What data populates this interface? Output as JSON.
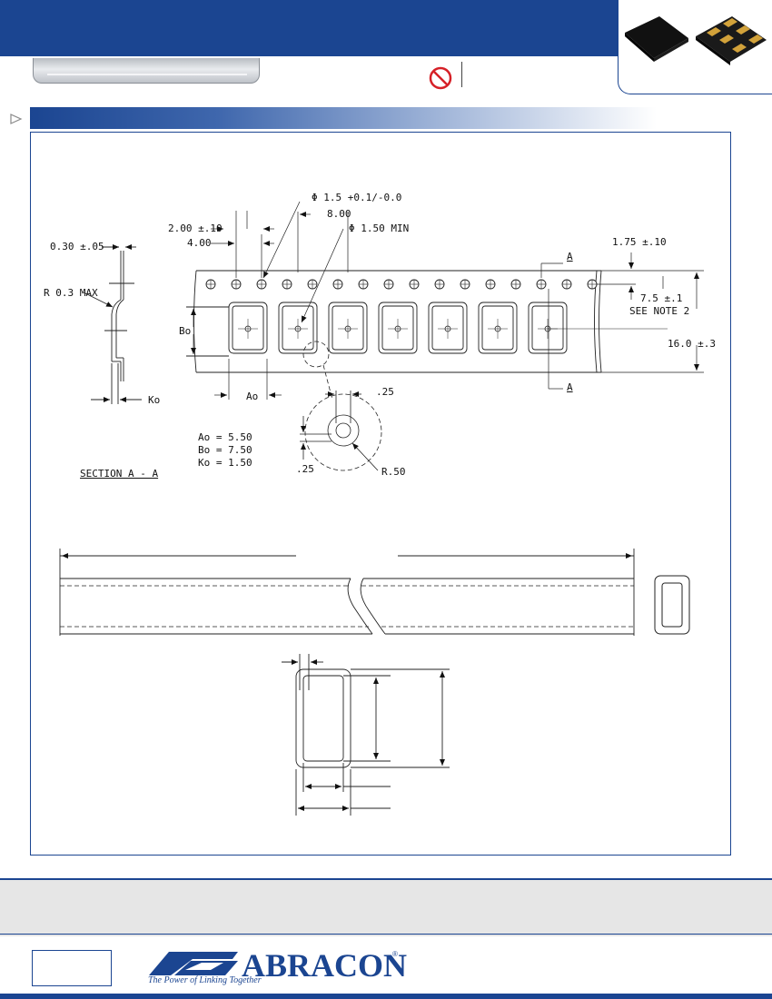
{
  "tape": {
    "diameter_sprocket": "Φ 1.5 +0.1/-0.0",
    "pitch_8": "8.00",
    "pitch_2": "2.00 ±.10",
    "pitch_4": "4.00",
    "diameter_cavity": "Φ 1.50 MIN",
    "thickness": "0.30 ±.05",
    "radius_max": "R 0.3 MAX",
    "bo_label": "Bo",
    "ao_label": "Ao",
    "ko_label": "Ko",
    "edge_offset": "1.75 ±.10",
    "center_offset": "7.5 ±.1",
    "see_note": "SEE NOTE 2",
    "tape_width": "16.0 ±.3",
    "section_mark_top": "A",
    "section_mark_bottom": "A",
    "detail_25_top": ".25",
    "detail_25_left": ".25",
    "detail_radius": "R.50",
    "ao_value": "Ao =  5.50",
    "bo_value": "Bo =  7.50",
    "ko_value": "Ko =  1.50",
    "section_label": "SECTION A - A"
  },
  "logo": {
    "word": "ABRACON",
    "registered": "®",
    "tagline": "The Power of Linking Together"
  },
  "colors": {
    "brand_blue": "#1b4591",
    "no_sign_red": "#d62027",
    "footer_gray": "#e6e6e6"
  },
  "icons": {
    "restriction": "no-sign-icon",
    "section_bullet": "triangle-bullet-icon"
  }
}
